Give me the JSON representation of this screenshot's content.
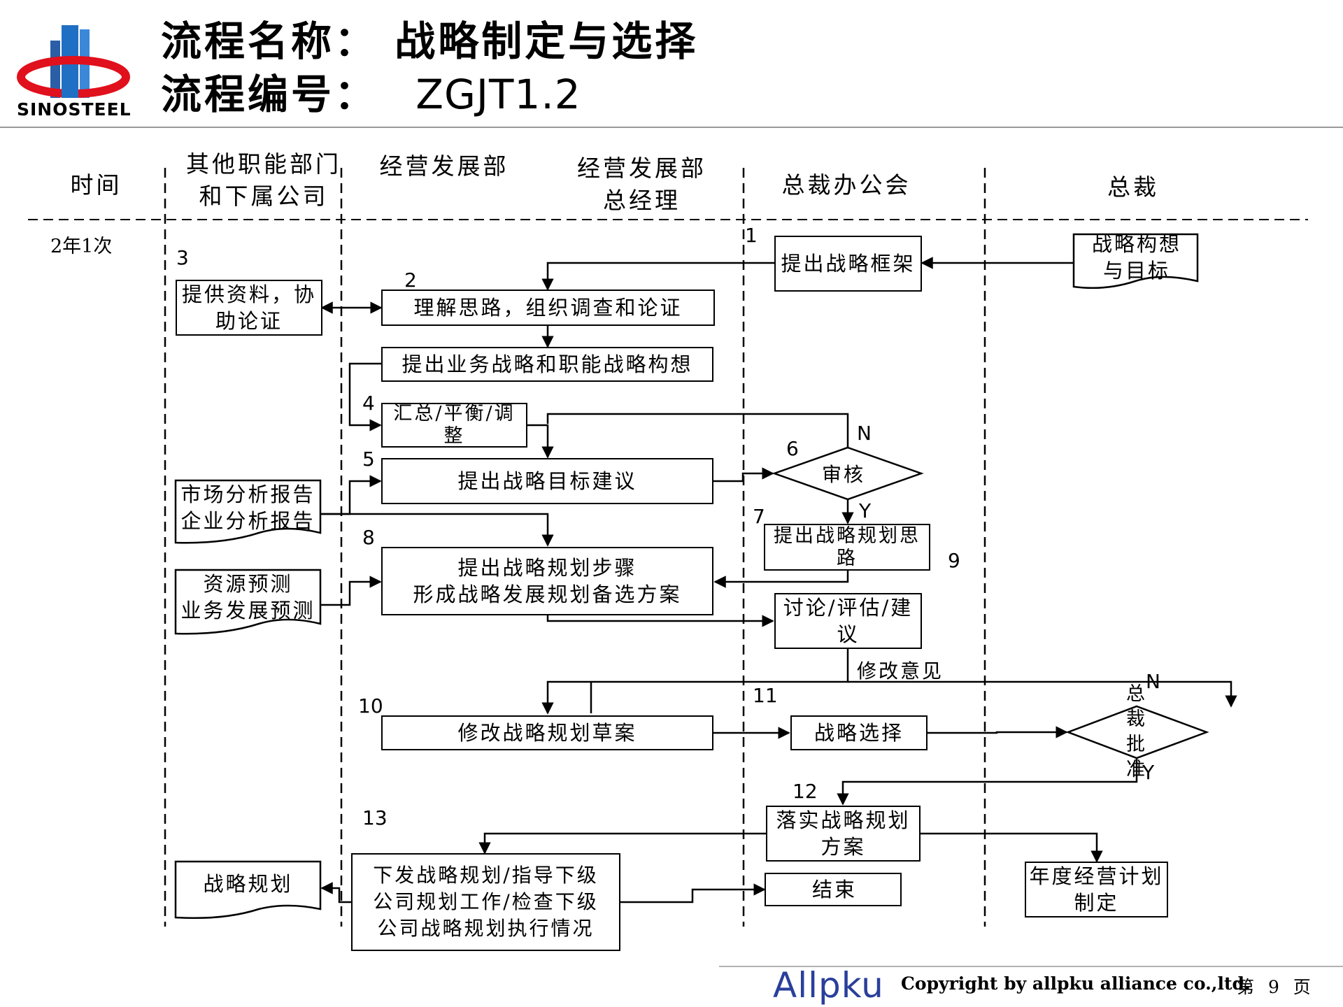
{
  "header": {
    "name_label": "流程名称：",
    "name_value": "战略制定与选择",
    "code_label": "流程编号：",
    "code_value": "ZGJT1.2",
    "logo_text": "SINOSTEEL"
  },
  "lanes": [
    {
      "line1": "时间",
      "line2": ""
    },
    {
      "line1": "其他职能部门",
      "line2": "和下属公司"
    },
    {
      "line1": "经营发展部",
      "line2": ""
    },
    {
      "line1": "经营发展部",
      "line2": "总经理"
    },
    {
      "line1": "总裁办公会",
      "line2": ""
    },
    {
      "line1": "总裁",
      "line2": ""
    }
  ],
  "frequency": "2年1次",
  "steps": {
    "s1": "提出战略框架",
    "s2": "理解思路，组织调查和论证",
    "s2b": "提出业务战略和职能战略构想",
    "s3": "提供资料，协助论证",
    "s4": "汇总/平衡/调整",
    "s5": "提出战略目标建议",
    "s6": "审核",
    "s7": "提出战略规划思路",
    "s8_line1": "提出战略规划步骤",
    "s8_line2": "形成战略发展规划备选方案",
    "s9": "讨论/评估/建议",
    "s10": "修改战略规划草案",
    "s11": "战略选择",
    "s11_decision": "总裁批准",
    "s12": "落实战略规划方案",
    "s13_line1": "下发战略规划/指导下级",
    "s13_line2": "公司规划工作/检查下级",
    "s13_line3": "公司战略规划执行情况",
    "end": "结束",
    "annual_plan": "年度经营计划制定"
  },
  "documents": {
    "vision_line1": "战略构想",
    "vision_line2": "与目标",
    "market_line1": "市场分析报告",
    "market_line2": "企业分析报告",
    "forecast_line1": "资源预测",
    "forecast_line2": "业务发展预测",
    "strategy_plan": "战略规划"
  },
  "step_numbers": [
    "1",
    "2",
    "3",
    "4",
    "5",
    "6",
    "7",
    "8",
    "9",
    "10",
    "11",
    "12",
    "13"
  ],
  "edge_labels": {
    "no": "N",
    "yes": "Y",
    "revise": "修改意见"
  },
  "footer": {
    "logo": "Allpku",
    "copyright": "Copyright by  allpku alliance co.,ltd.",
    "page": "第 9 页"
  },
  "colors": {
    "logo_blue": "#1f6fc4",
    "logo_red": "#e1101d",
    "allpku_blue": "#2a3f9b"
  }
}
